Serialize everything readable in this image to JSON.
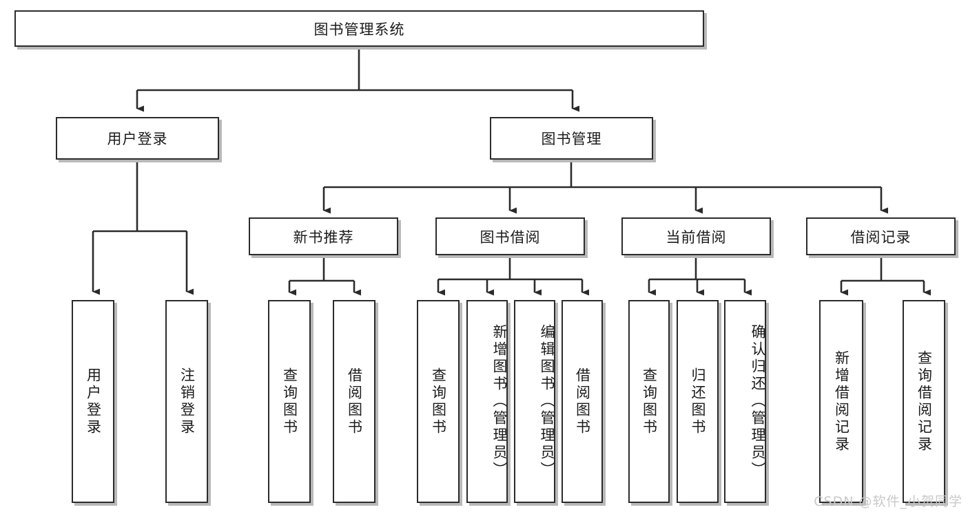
{
  "diagram": {
    "type": "tree",
    "title": "图书管理系统",
    "watermark": "CSDN @软件_小贺同学",
    "colors": {
      "box_border": "#2b2b2b",
      "box_fill": "#ffffff",
      "line": "#2b2b2b",
      "watermark": "#c9c9c9"
    },
    "nodes": {
      "root": {
        "label": "图书管理系统",
        "orientation": "horizontal"
      },
      "l2": [
        {
          "id": "user-login",
          "label": "用户登录",
          "orientation": "horizontal"
        },
        {
          "id": "book-manage",
          "label": "图书管理",
          "orientation": "horizontal"
        }
      ],
      "l3": [
        {
          "id": "new-book-rec",
          "label": "新书推荐",
          "orientation": "horizontal"
        },
        {
          "id": "book-borrow",
          "label": "图书借阅",
          "orientation": "horizontal"
        },
        {
          "id": "current-borrow",
          "label": "当前借阅",
          "orientation": "horizontal"
        },
        {
          "id": "borrow-record",
          "label": "借阅记录",
          "orientation": "horizontal"
        }
      ],
      "leaves": [
        {
          "id": "leaf-user-login",
          "label": "用户登录",
          "parent": "user-login",
          "orientation": "vertical"
        },
        {
          "id": "leaf-user-logout",
          "label": "注销登录",
          "parent": "user-login",
          "orientation": "vertical"
        },
        {
          "id": "leaf-query-book-1",
          "label": "查询图书",
          "parent": "new-book-rec",
          "orientation": "vertical"
        },
        {
          "id": "leaf-borrow-book-1",
          "label": "借阅图书",
          "parent": "new-book-rec",
          "orientation": "vertical"
        },
        {
          "id": "leaf-query-book-2",
          "label": "查询图书",
          "parent": "book-borrow",
          "orientation": "vertical"
        },
        {
          "id": "leaf-add-book",
          "label": "新增图书（管理员）",
          "parent": "book-borrow",
          "orientation": "vertical"
        },
        {
          "id": "leaf-edit-book",
          "label": "编辑图书（管理员）",
          "parent": "book-borrow",
          "orientation": "vertical"
        },
        {
          "id": "leaf-borrow-book-2",
          "label": "借阅图书",
          "parent": "book-borrow",
          "orientation": "vertical"
        },
        {
          "id": "leaf-query-book-3",
          "label": "查询图书",
          "parent": "current-borrow",
          "orientation": "vertical"
        },
        {
          "id": "leaf-return-book",
          "label": "归还图书",
          "parent": "current-borrow",
          "orientation": "vertical"
        },
        {
          "id": "leaf-confirm-return",
          "label": "确认归还（管理员）",
          "parent": "current-borrow",
          "orientation": "vertical"
        },
        {
          "id": "leaf-add-record",
          "label": "新增借阅记录",
          "parent": "borrow-record",
          "orientation": "vertical"
        },
        {
          "id": "leaf-query-record",
          "label": "查询借阅记录",
          "parent": "borrow-record",
          "orientation": "vertical"
        }
      ]
    }
  }
}
